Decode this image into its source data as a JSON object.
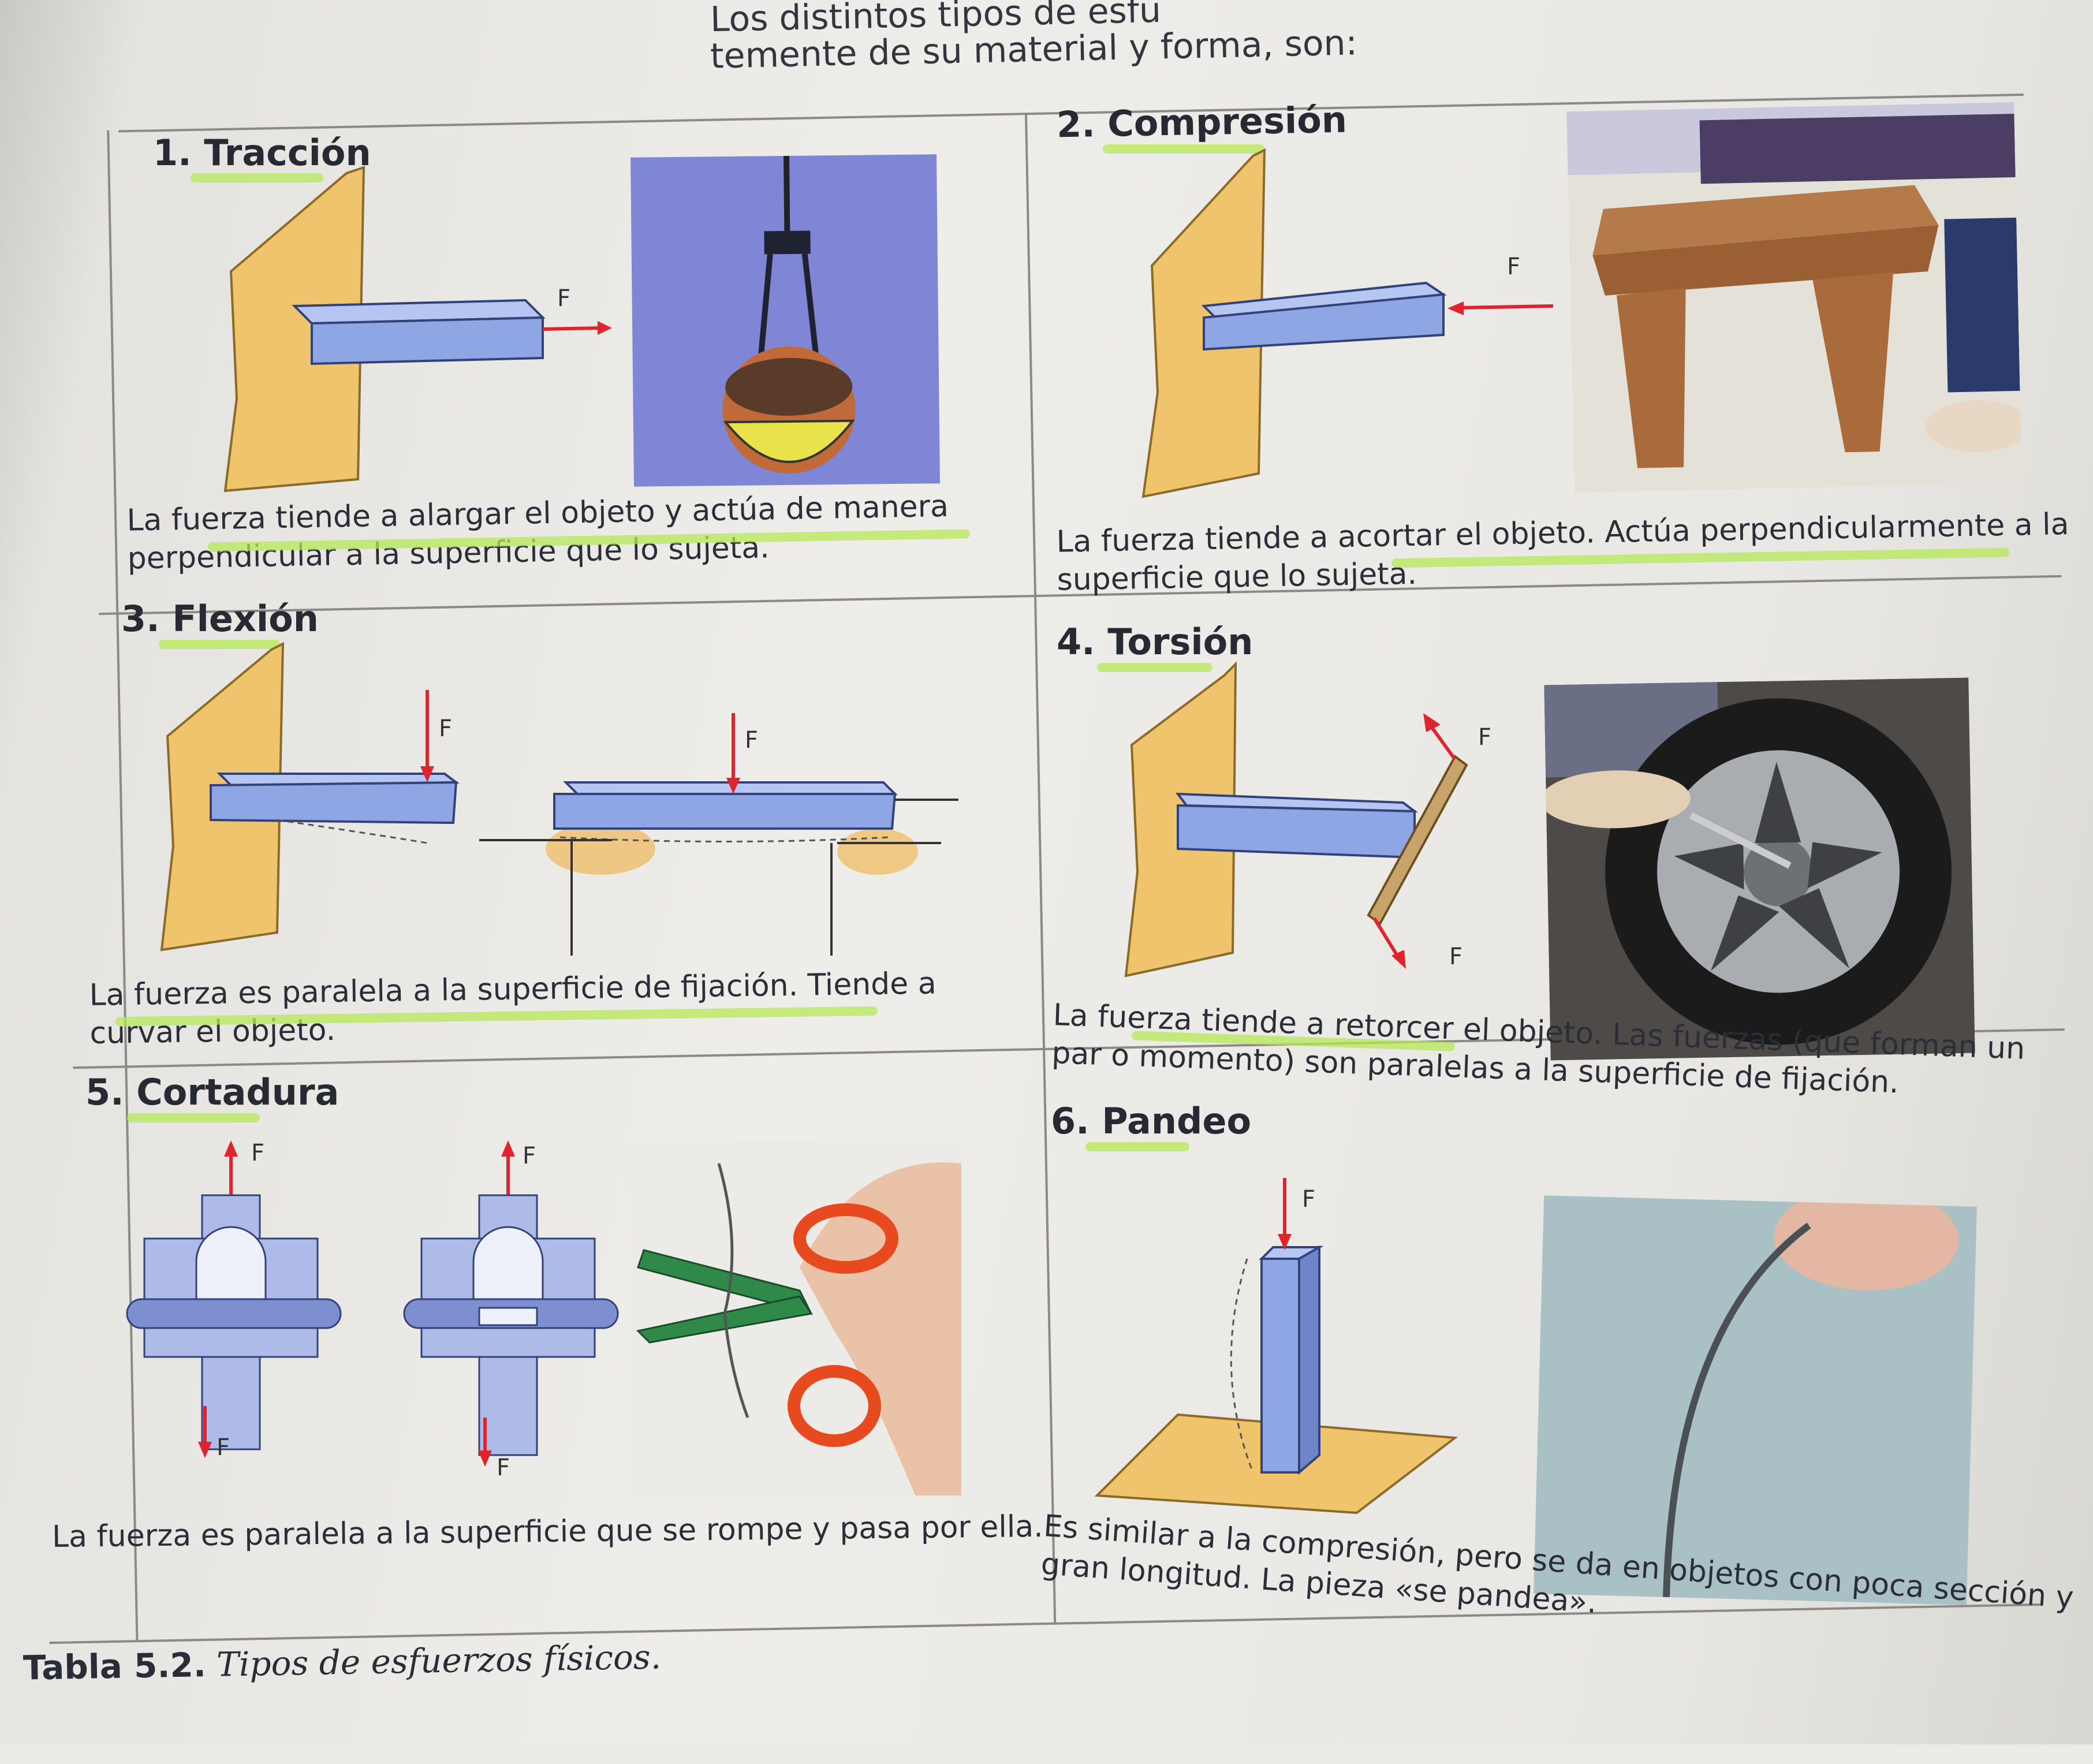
{
  "intro": {
    "line1": "Los distintos tipos de esfu",
    "line2": "temente de su material y forma, son:"
  },
  "cells": [
    {
      "heading": "1. Tracción",
      "force": "F",
      "description": "La fuerza tiende a alargar el objeto y actúa de manera perpendicular a la superficie que lo sujeta."
    },
    {
      "heading": "2. Compresión",
      "force": "F",
      "description": "La fuerza tiende a acortar el objeto. Actúa perpendicularmente a la superficie que lo sujeta."
    },
    {
      "heading": "3. Flexión",
      "force": "F",
      "description": "La fuerza es paralela a la superficie de fijación. Tiende a curvar el objeto."
    },
    {
      "heading": "4. Torsión",
      "force": "F",
      "description": "La fuerza tiende a retorcer el objeto. Las fuerzas (que forman un par o momento) son paralelas a la superficie de fijación."
    },
    {
      "heading": "5. Cortadura",
      "force": "F",
      "description": "La fuerza es paralela a la superficie que se rompe y pasa por ella."
    },
    {
      "heading": "6. Pandeo",
      "force": "F",
      "description": "Es similar a la compresión, pero se da en objetos con poca sección y gran longitud. La pieza «se pandea»."
    }
  ],
  "caption": {
    "label": "Tabla 5.2.",
    "text": "Tipos de esfuerzos físicos."
  },
  "colors": {
    "wall": "#f0c46c",
    "bar": "#8ea6e4",
    "force_arrow": "#e0242e",
    "highlight": "#b6e85a"
  }
}
